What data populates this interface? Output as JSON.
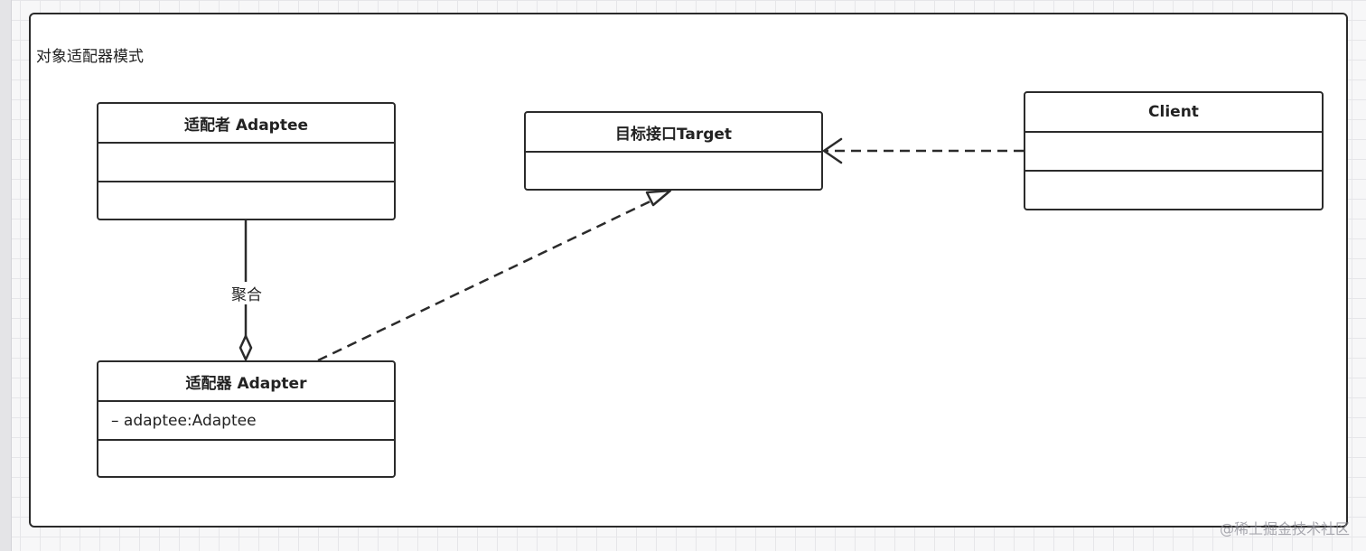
{
  "diagram": {
    "title": "对象适配器模式",
    "classes": {
      "adaptee": {
        "name": "适配者 Adaptee",
        "attributes": ""
      },
      "target": {
        "name": "目标接口Target"
      },
      "client": {
        "name": "Client"
      },
      "adapter": {
        "name": "适配器 Adapter",
        "attributes": "– adaptee:Adaptee"
      }
    },
    "relations": {
      "aggregation_label": "聚合"
    }
  },
  "watermark": "@稀土掘金技术社区",
  "colors": {
    "stroke": "#2b2b2b",
    "frame_bg": "#ffffff",
    "canvas_bg": "#f7f7f8"
  }
}
